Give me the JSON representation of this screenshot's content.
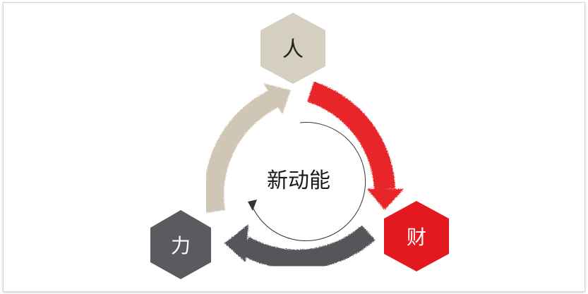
{
  "diagram": {
    "center": {
      "label": "新动能"
    },
    "nodes": [
      {
        "id": "people",
        "label": "人",
        "fill": "#d5cfc0",
        "text_color": "#222222"
      },
      {
        "id": "money",
        "label": "财",
        "fill": "#e3191f",
        "text_color": "#ffffff"
      },
      {
        "id": "power",
        "label": "力",
        "fill": "#5a5b5e",
        "text_color": "#ffffff"
      }
    ],
    "arrows": [
      {
        "id": "people-to-money",
        "color": "#e8252a"
      },
      {
        "id": "money-to-power",
        "color": "#56575a"
      },
      {
        "id": "power-to-people",
        "color": "#cfc6b6"
      }
    ],
    "inner_cycle_color": "#333333"
  }
}
